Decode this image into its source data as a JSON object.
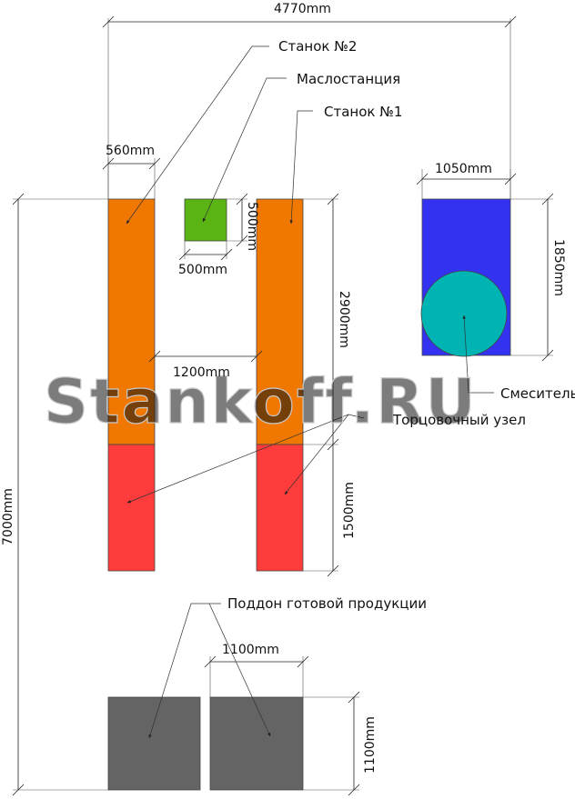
{
  "labels": {
    "machine2": "Станок №2",
    "oil_station": "Маслостанция",
    "machine1": "Станок №1",
    "mixer": "Смеситель",
    "end_unit": "Торцовочный узел",
    "pallet": "Поддон готовой продукции"
  },
  "dimensions": {
    "overall_width": "4770mm",
    "machine_width": "560mm",
    "oil_width": "500mm",
    "oil_height": "500mm",
    "mixer_width": "1050mm",
    "mixer_height": "1850mm",
    "machine_length": "2900mm",
    "gap": "1200mm",
    "end_unit_length": "1500mm",
    "overall_length": "7000mm",
    "pallet_width": "1100mm",
    "pallet_height": "1100mm"
  },
  "watermark": "Stankoff.RU",
  "colors": {
    "machine": "#f07800",
    "end_unit": "#ff3c3c",
    "oil_station": "#5ab414",
    "mixer_frame": "#3232f0",
    "mixer_drum": "#00b4b4",
    "pallet": "#646464"
  }
}
